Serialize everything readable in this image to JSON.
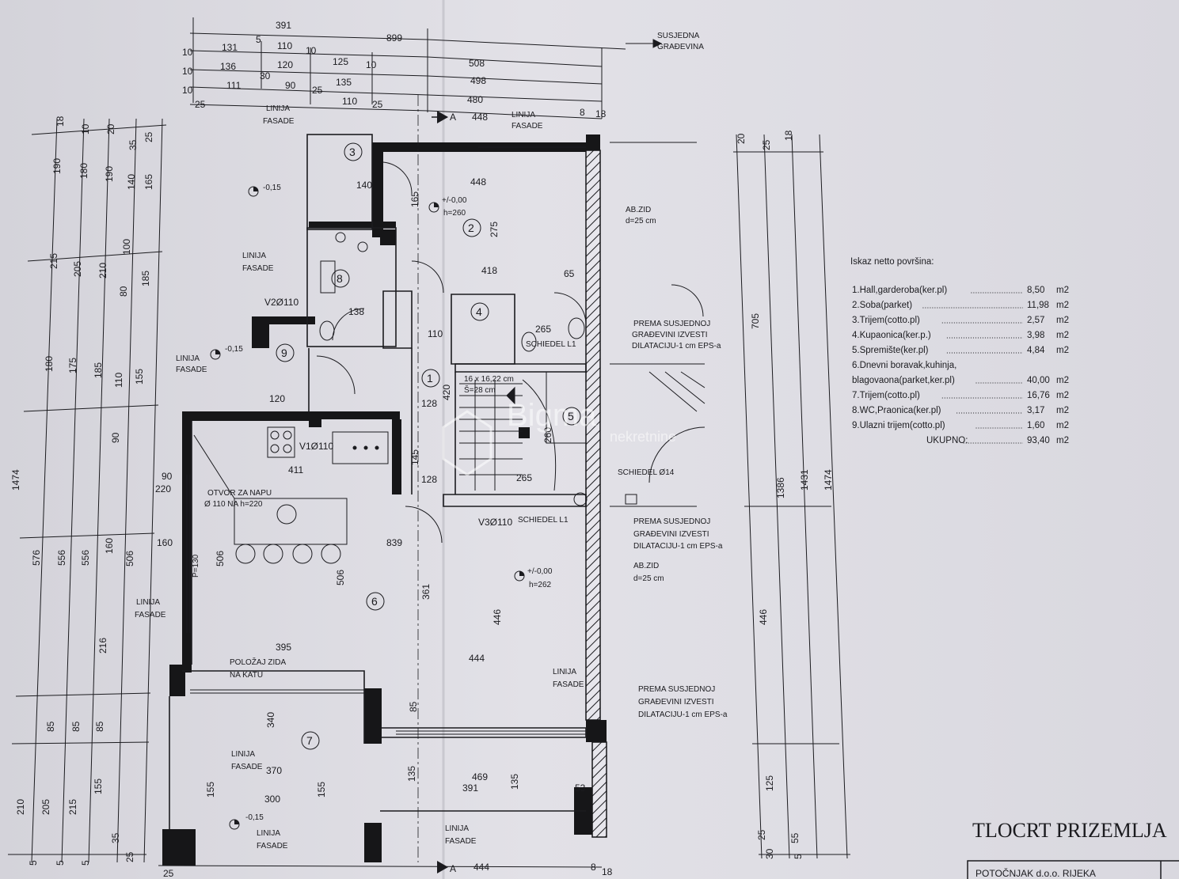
{
  "top_dims": {
    "row0": [
      "391",
      "899"
    ],
    "row1": [
      "10",
      "131",
      "5",
      "110",
      "10",
      "508"
    ],
    "row2": [
      "10",
      "136",
      "120",
      "125",
      "10",
      "498"
    ],
    "row3": [
      "10",
      "111",
      "30",
      "90",
      "25",
      "135",
      "480"
    ],
    "row4": [
      "25",
      "110",
      "25",
      "448",
      "8",
      "18"
    ]
  },
  "neighbor": [
    "SUSJEDNA",
    "GRAĐEVINA"
  ],
  "section_mark": "A",
  "left_dims": {
    "c1": [
      "18",
      "190",
      "215",
      "180",
      "1474",
      "576",
      "210",
      "5"
    ],
    "c2": [
      "10",
      "180",
      "205",
      "175",
      "556",
      "85",
      "205",
      "5"
    ],
    "c3": [
      "20",
      "190",
      "210",
      "185",
      "556",
      "85",
      "215",
      "5"
    ],
    "c4": [
      "35",
      "140",
      "100",
      "80",
      "110",
      "90",
      "160",
      "216",
      "85",
      "155",
      "35"
    ],
    "c5": [
      "25",
      "165",
      "185",
      "155",
      "506",
      "25"
    ]
  },
  "right_dims": {
    "c1": [
      "20",
      "705",
      "446",
      "125",
      "25"
    ],
    "c2": [
      "25",
      "1386",
      "55",
      "30"
    ],
    "c3": [
      "18",
      "1431",
      "5"
    ],
    "c4": [
      "1474"
    ]
  },
  "levels": [
    {
      "v": "-0,15"
    },
    {
      "v": "+/-0,00",
      "h": "h=260"
    },
    {
      "v": "-0,15"
    },
    {
      "v": "+/-0,00",
      "h": "h=262"
    },
    {
      "v": "-0,15"
    }
  ],
  "rooms": [
    "1",
    "2",
    "3",
    "4",
    "5",
    "6",
    "7",
    "8",
    "9"
  ],
  "facade": [
    "LINIJA",
    "FASADE"
  ],
  "notes": {
    "abzid1": [
      "AB.ZID",
      "d=25 cm"
    ],
    "abzid2": [
      "AB.ZID",
      "d=25 cm"
    ],
    "prema": [
      "PREMA SUSJEDNOJ",
      "GRAĐEVINI IZVESTI",
      "DILATACIJU-1 cm EPS-a"
    ],
    "schiedel_l1": "SCHIEDEL L1",
    "schiedel_14": "SCHIEDEL Ø14",
    "schiedel_l1b": "SCHIEDEL L1",
    "otvor": [
      "OTVOR ZA NAPU",
      "Ø 110 NA h=220"
    ],
    "polozaj": [
      "POLOŽAJ ZIDA",
      "NA KATU"
    ],
    "v1": "V1Ø110",
    "v2": "V2Ø110",
    "v3": "V3Ø110",
    "stairs": [
      "16 x 16,22 cm",
      "Š=28 cm"
    ],
    "p130": "P=130"
  },
  "inner_dims": {
    "d_448": "448",
    "d_418": "418",
    "d_265": "265",
    "d_275": "275",
    "d_165": "165",
    "d_411": "411",
    "d_839": "839",
    "d_506": "506",
    "d_506b": "506",
    "d_361": "361",
    "d_446": "446",
    "d_395": "395",
    "d_444": "444",
    "d_370": "370",
    "d_469": "469",
    "d_391": "391",
    "d_300": "300",
    "d_135": "135",
    "d_53": "53",
    "d_155": "155",
    "d_120": "120",
    "d_128": "128",
    "d_128b": "128",
    "d_145": "145",
    "d_420": "420",
    "d_260": "260",
    "d_265b": "265",
    "d_340": "340",
    "d_85": "85",
    "d_65": "65",
    "d_138": "138",
    "d_110": "110",
    "d_220": "220",
    "d_140": "140",
    "d_90": "90",
    "d_160": "160",
    "d_444b": "444",
    "d_135b": "135",
    "d_155b": "155",
    "d_372": "370"
  },
  "areas": {
    "heading": "Iskaz netto površina:",
    "items": [
      {
        "name": "1.Hall,garderoba(ker.pl)",
        "value": "8,50",
        "unit": "m2"
      },
      {
        "name": "2.Soba(parket)",
        "value": "11,98",
        "unit": "m2"
      },
      {
        "name": "3.Trijem(cotto.pl)",
        "value": "2,57",
        "unit": "m2"
      },
      {
        "name": "4.Kupaonica(ker.p.)",
        "value": "3,98",
        "unit": "m2"
      },
      {
        "name": "5.Spremište(ker.pl)",
        "value": "4,84",
        "unit": "m2"
      },
      {
        "name": "6.Dnevni boravak,kuhinja,",
        "value": "",
        "unit": ""
      },
      {
        "name": "blagovaona(parket,ker.pl)",
        "value": "40,00",
        "unit": "m2"
      },
      {
        "name": "7.Trijem(cotto.pl)",
        "value": "16,76",
        "unit": "m2"
      },
      {
        "name": "8.WC,Praonica(ker.pl)",
        "value": "3,17",
        "unit": "m2"
      },
      {
        "name": "9.Ulazni trijem(cotto.pl)",
        "value": "1,60",
        "unit": "m2"
      },
      {
        "name": "UKUPNO:",
        "value": "93,40",
        "unit": "m2"
      }
    ]
  },
  "title": "TLOCRT PRIZEMLJA",
  "firm": "POTOČNJAK d.o.o. RIJEKA",
  "watermark": [
    "Bigma",
    "nekretnine"
  ],
  "bottom_dims": [
    "25",
    "444",
    "8",
    "18"
  ],
  "colors": {
    "paper": "#dcdbe2",
    "ink": "#1b1b1f",
    "wall": "#161618",
    "watermark": "#ffffff"
  }
}
